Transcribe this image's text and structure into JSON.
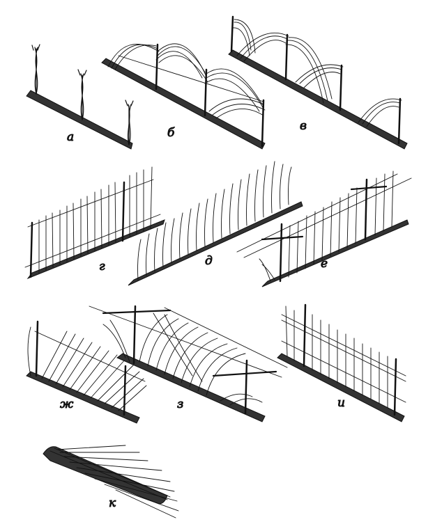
{
  "colors": {
    "ink": "#111111",
    "paper": "#ffffff"
  },
  "panels": [
    {
      "id": "a",
      "label": "а"
    },
    {
      "id": "b",
      "label": "б"
    },
    {
      "id": "v",
      "label": "в"
    },
    {
      "id": "g",
      "label": "г"
    },
    {
      "id": "d",
      "label": "д"
    },
    {
      "id": "e",
      "label": "е"
    },
    {
      "id": "zh",
      "label": "ж"
    },
    {
      "id": "z",
      "label": "з"
    },
    {
      "id": "i",
      "label": "и"
    },
    {
      "id": "k",
      "label": "к"
    }
  ]
}
